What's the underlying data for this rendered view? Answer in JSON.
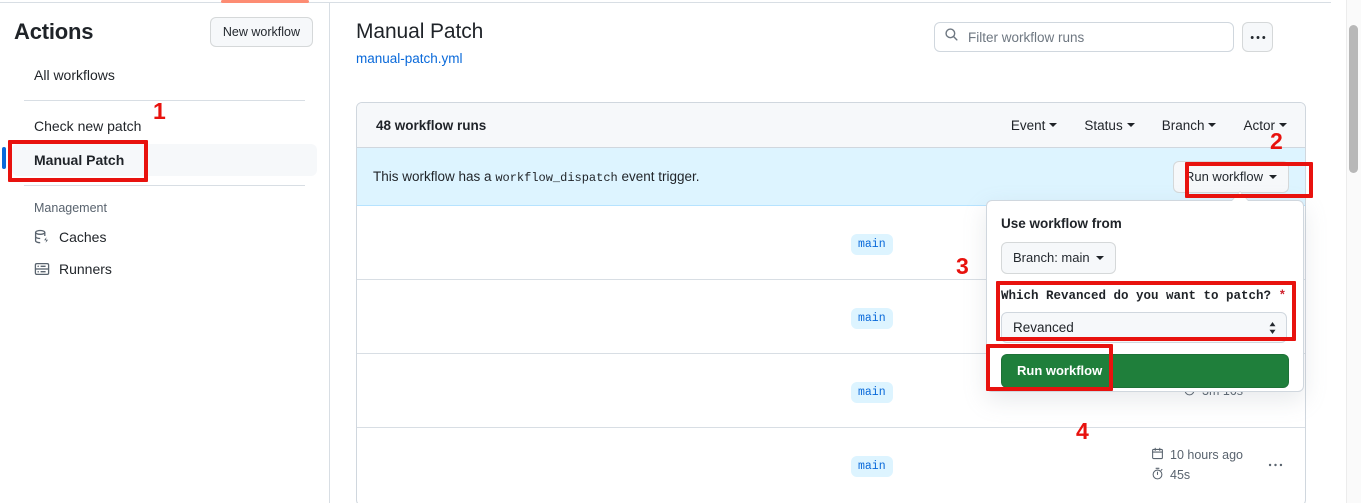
{
  "sidebar": {
    "title": "Actions",
    "new_workflow_label": "New workflow",
    "items": [
      {
        "label": "All workflows",
        "icon": "",
        "selected": false
      },
      {
        "label": "Check new patch",
        "icon": "",
        "selected": false
      },
      {
        "label": "Manual Patch",
        "icon": "",
        "selected": true
      }
    ],
    "section_label": "Management",
    "management": [
      {
        "label": "Caches",
        "icon": "cache-icon"
      },
      {
        "label": "Runners",
        "icon": "server-icon"
      }
    ]
  },
  "main": {
    "page_title": "Manual Patch",
    "workflow_file": "manual-patch.yml",
    "search": {
      "placeholder": "Filter workflow runs",
      "value": "",
      "icon": "search-icon"
    },
    "kebab_label": "...",
    "runs_header": {
      "count_label": "48 workflow runs",
      "filters": [
        "Event",
        "Status",
        "Branch",
        "Actor"
      ]
    },
    "dispatch_banner": {
      "text_before": "This workflow has a",
      "event_name": "workflow_dispatch",
      "text_after": "event trigger.",
      "run_button_label": "Run workflow"
    },
    "rows": [
      {
        "branch": "main",
        "time_ago": "",
        "duration": ""
      },
      {
        "branch": "main",
        "time_ago": "",
        "duration": ""
      },
      {
        "branch": "main",
        "time_ago": "",
        "duration": "3m 16s"
      },
      {
        "branch": "main",
        "time_ago": "10 hours ago",
        "duration": "45s"
      }
    ]
  },
  "dispatch_panel": {
    "use_workflow_from_label": "Use workflow from",
    "branch_button_label": "Branch: main",
    "input_label": "Which Revanced do you want to patch?",
    "required_marker": "*",
    "select_value": "Revanced",
    "select_options": [
      "Revanced"
    ],
    "submit_label": "Run workflow"
  },
  "annotations": [
    {
      "number": "1"
    },
    {
      "number": "2"
    },
    {
      "number": "3"
    },
    {
      "number": "4"
    }
  ],
  "colors": {
    "accent_blue": "#0969da",
    "green_button": "#1f7f3b",
    "banner_blue": "#ddf4ff",
    "annotation_red": "#e8120e",
    "tab_orange": "#fd8c73"
  }
}
